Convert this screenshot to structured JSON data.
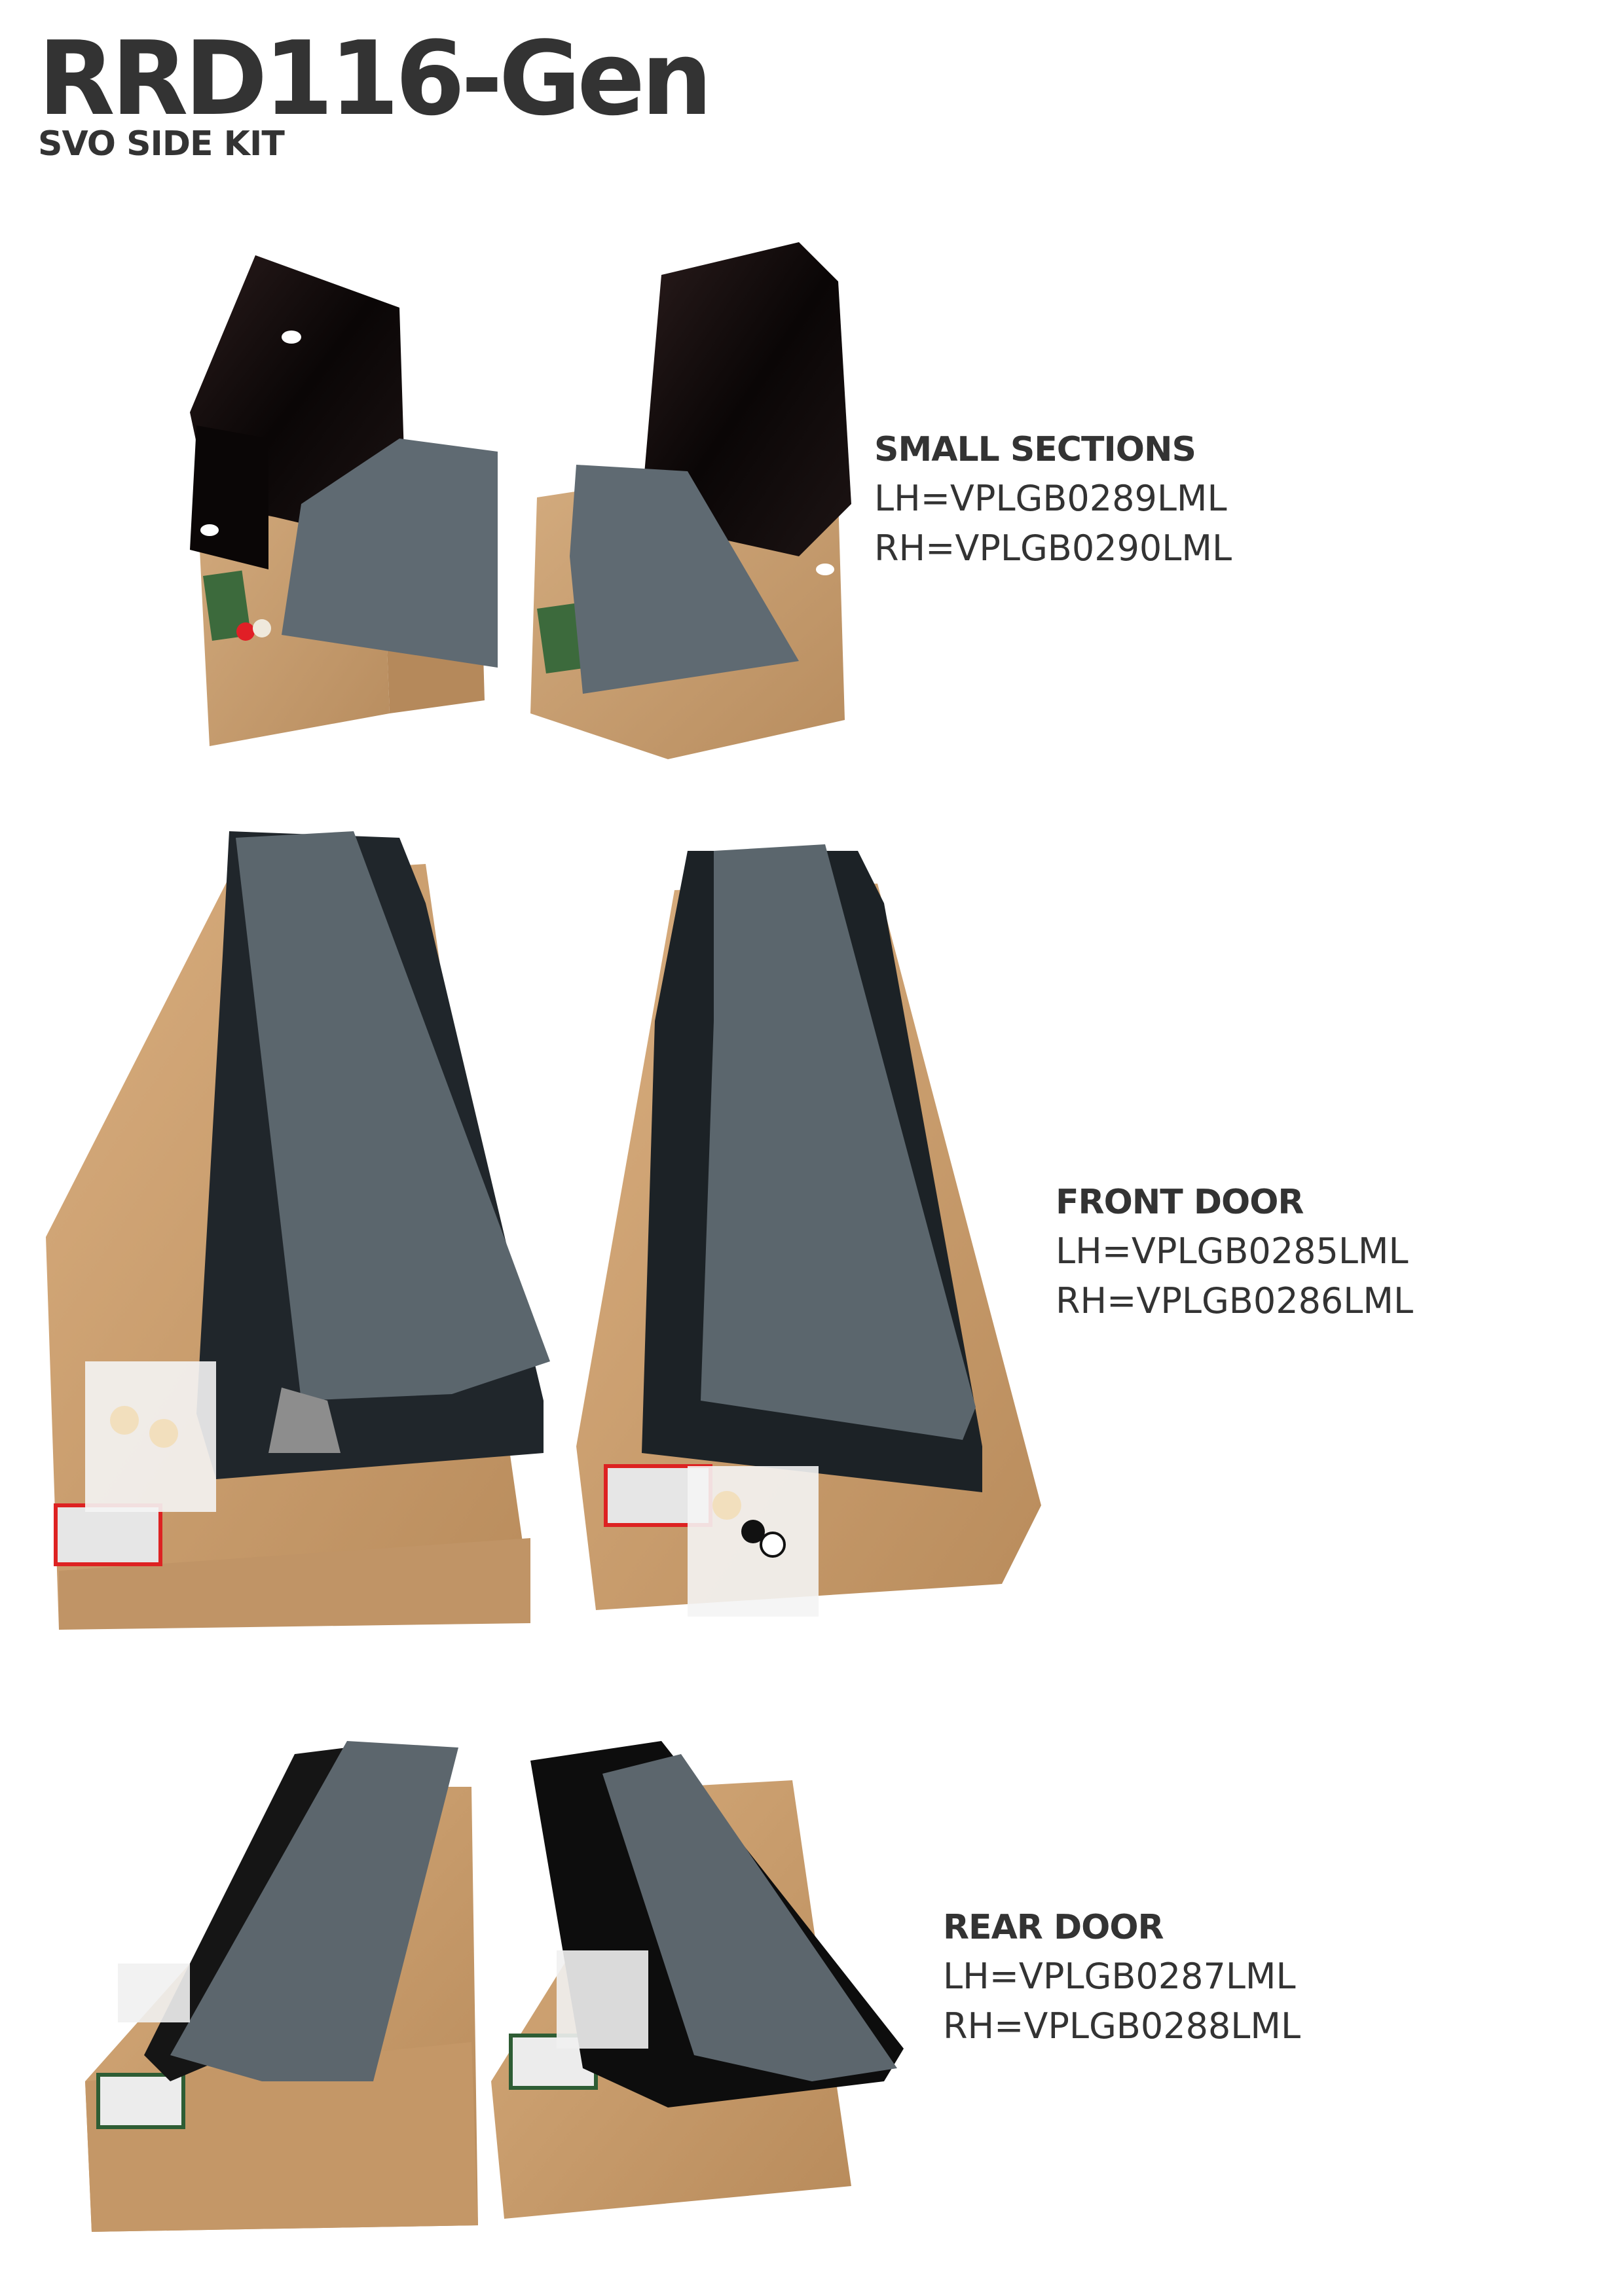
{
  "header": {
    "title": "RRD116-Gen",
    "subtitle": "SVO SIDE KIT"
  },
  "sections": [
    {
      "heading": "SMALL SECTIONS",
      "lh": "LH=VPLGB0289LML",
      "rh": "RH=VPLGB0290LML",
      "photo": "small-sections-photo"
    },
    {
      "heading": "FRONT DOOR",
      "lh": "LH=VPLGB0285LML",
      "rh": "RH=VPLGB0286LML",
      "photo": "front-door-photo"
    },
    {
      "heading": "REAR DOOR",
      "lh": "LH=VPLGB0287LML",
      "rh": "RH=VPLGB0288LML",
      "photo": "rear-door-photo"
    }
  ],
  "colors": {
    "text": "#333333",
    "cardboard": "#c9a175",
    "panel_grey": "#5f6a72",
    "gloss_black": "#0c0808"
  }
}
